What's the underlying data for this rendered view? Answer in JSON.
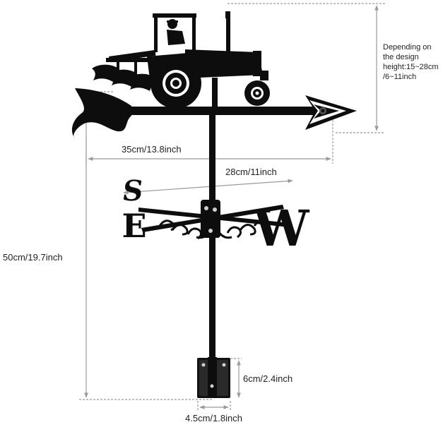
{
  "colors": {
    "metal": "#0d0d0d",
    "dimension_line": "#9a9a9a",
    "text": "#222222",
    "background": "#ffffff"
  },
  "icons": [
    "tractor-silhouette",
    "plow-silhouette",
    "arrow-head",
    "arrow-tail-flame",
    "compass-letters"
  ],
  "compass": {
    "south": "S",
    "east": "E",
    "west": "W"
  },
  "dimensions": {
    "design_height": {
      "line1": "Depending on",
      "line2": "the design",
      "line3": "height:15~28cm",
      "line4": "/6~11inch"
    },
    "arrow_length": "35cm/13.8inch",
    "compass_width": "28cm/11inch",
    "total_height": "50cm/19.7inch",
    "base_height": "6cm/2.4inch",
    "base_width": "4.5cm/1.8inch"
  }
}
